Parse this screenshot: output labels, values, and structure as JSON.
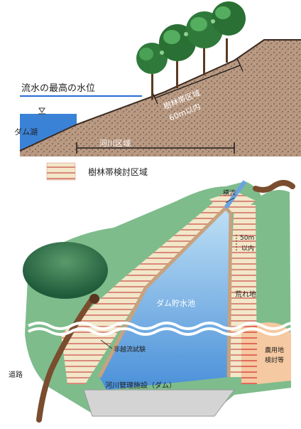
{
  "section_profile": {
    "max_water_level_label": "流水の最高の水位",
    "reservoir_label": "ダム湖",
    "forest_zone_label": "樹林帯区域",
    "forest_zone_width": "60m以内",
    "river_zone_label": "河川区域"
  },
  "legend": {
    "label": "樹林帯検討区域"
  },
  "plan_view": {
    "intake_label": "横流",
    "width_label_line1": "50m",
    "width_label_line2": "以内",
    "reservoir_label": "ダム貯水池",
    "farmland_top_label": "荒れ地",
    "farmland_label_line1": "農用地",
    "farmland_label_line2": "検討等",
    "flow_test_label": "非越流試験",
    "road_label": "道路",
    "dam_label": "河川管理施設（ダム）"
  },
  "colors": {
    "water": "#3a7fd4",
    "soil": "#b08a6e",
    "grass": "#7ab88a",
    "stripe": "#e78b8b",
    "road": "#7a4d2e",
    "farmland": "#f5c9a1"
  }
}
